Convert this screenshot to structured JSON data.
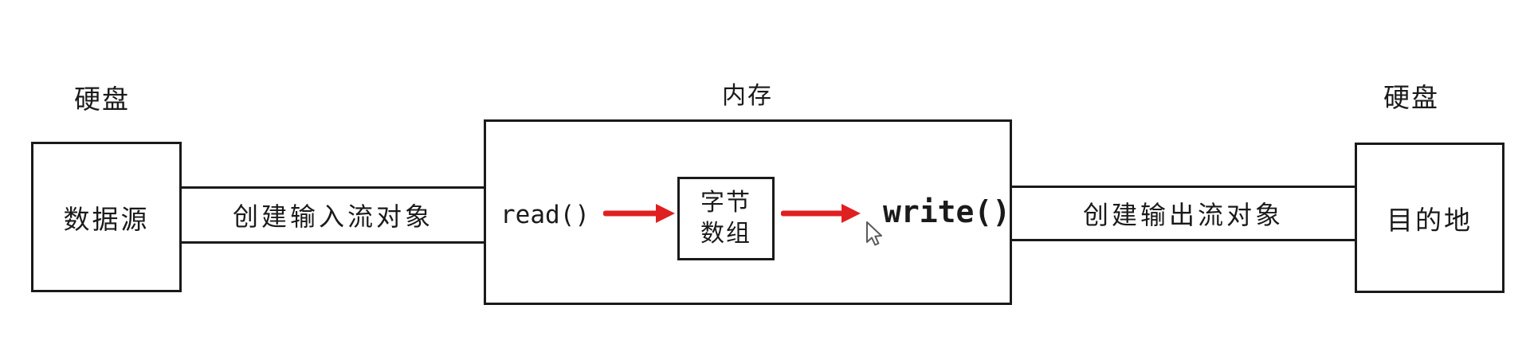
{
  "diagram": {
    "source_zone": {
      "title": "硬盘",
      "node": "数据源"
    },
    "input_channel": {
      "label": "创建输入流对象"
    },
    "memory_zone": {
      "title": "内存",
      "read_call": "read()",
      "byte_array": {
        "line1": "字节",
        "line2": "数组"
      },
      "write_call": "write()"
    },
    "output_channel": {
      "label": "创建输出流对象"
    },
    "destination_zone": {
      "title": "硬盘",
      "node": "目的地"
    }
  },
  "icons": {
    "arrow_read_to_buffer": "red-arrow-right-icon",
    "arrow_buffer_to_write": "red-arrow-right-icon",
    "mouse_cursor": "mouse-pointer-icon"
  },
  "colors": {
    "ink": "#1a1a1a",
    "arrow_red": "#e02020",
    "background": "#ffffff"
  }
}
